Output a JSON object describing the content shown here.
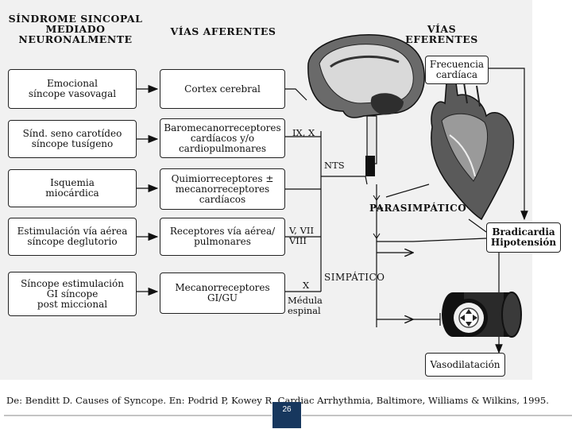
{
  "headers": {
    "syndrome": "SÍNDROME SINCOPAL\nMEDIADO\nNEURONALMENTE",
    "afferent": "VÍAS AFERENTES",
    "efferent": "VÍAS\nEFERENTES"
  },
  "triggers": [
    "Emocional\nsíncope vasovagal",
    "Sínd. seno carotídeo\nsíncope tusígeno",
    "Isquemia\nmiocárdica",
    "Estimulación vía aérea\nsíncope deglutorio",
    "Síncope estimulación\nGI síncope\npost miccional"
  ],
  "receptors": [
    "Cortex cerebral",
    "Baromecanorreceptores\ncardíacos y/o\ncardiopulmonares",
    "Quimiorreceptores ±\nmecanorreceptores\ncardíacos",
    "Receptores vía aérea/\npulmonares",
    "Mecanorreceptores\nGI/GU"
  ],
  "nerve_labels": {
    "ix_x": "IX, X",
    "nts": "NTS",
    "v_vii_viii": "V, VII\nVIII",
    "x": "X",
    "medulla": "Médula\nespinal"
  },
  "pathways": {
    "parasympathetic": "PARASIMPÁTICO",
    "sympathetic": "SIMPÁTICO"
  },
  "effects": {
    "heart_rate": "Frecuencia\ncardíaca",
    "bradycardia": "Bradicardia\nHipotensión",
    "vasodilation": "Vasodilatación"
  },
  "citation": "De: Benditt D. Causes of Syncope. En: Podrid P, Kowey R. Cardiac Arrhythmia, Baltimore, Williams & Wilkins, 1995.",
  "page_number": "26"
}
